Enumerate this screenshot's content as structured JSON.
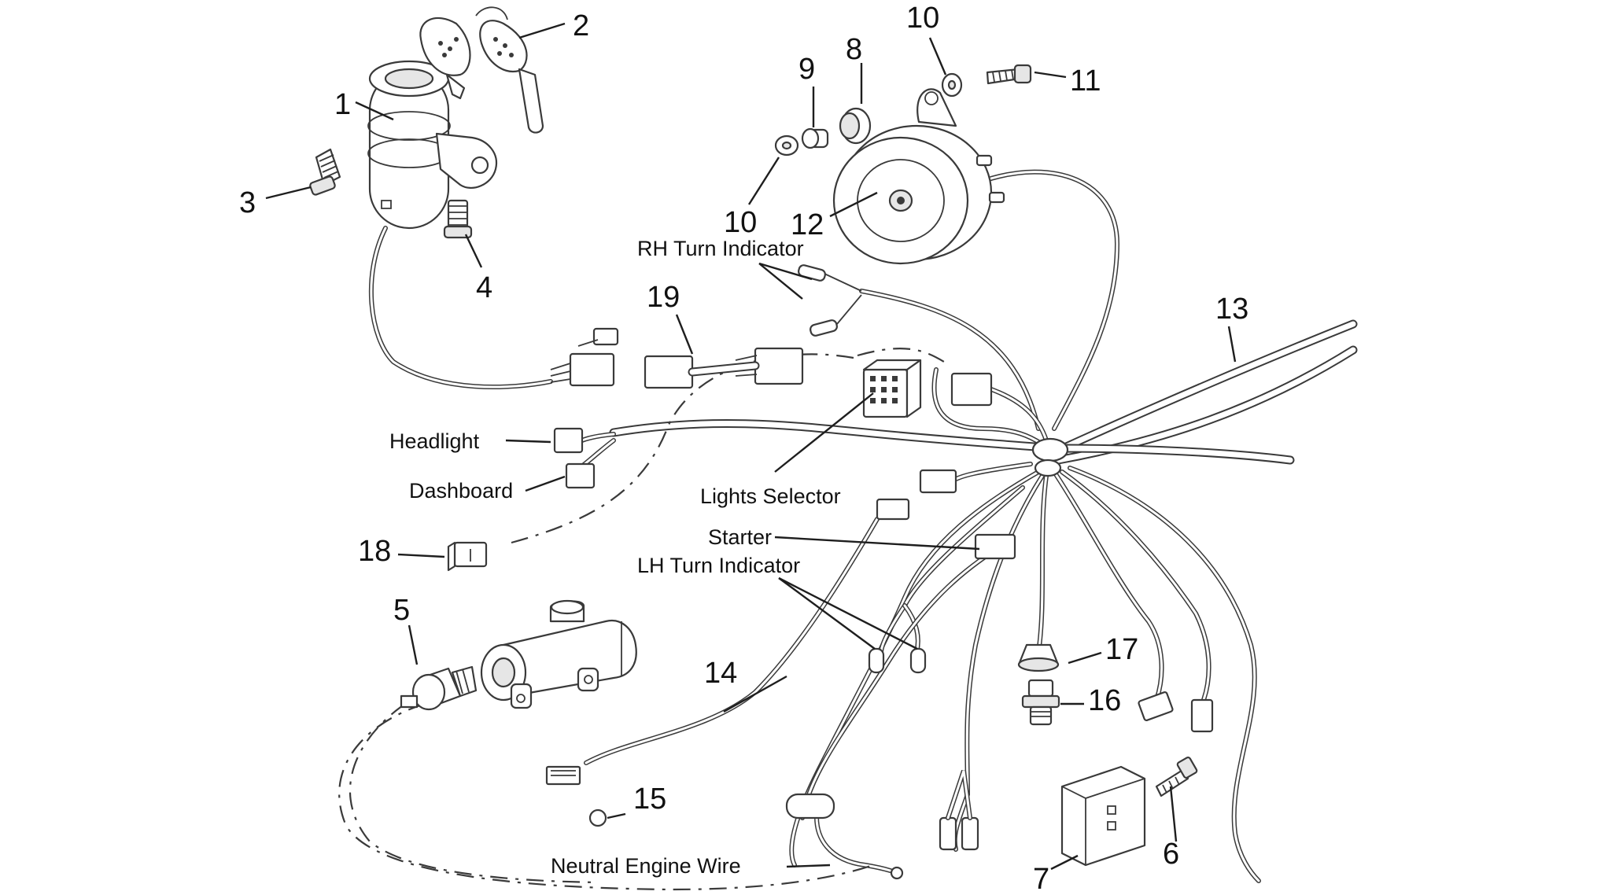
{
  "callouts": {
    "c1": "1",
    "c2": "2",
    "c3": "3",
    "c4": "4",
    "c5": "5",
    "c6": "6",
    "c7": "7",
    "c8": "8",
    "c9": "9",
    "c10a": "10",
    "c10b": "10",
    "c11": "11",
    "c12": "12",
    "c13": "13",
    "c14": "14",
    "c15": "15",
    "c16": "16",
    "c17": "17",
    "c18": "18",
    "c19": "19"
  },
  "labels": {
    "rh_turn_indicator": "RH Turn Indicator",
    "headlight": "Headlight",
    "dashboard": "Dashboard",
    "lights_selector": "Lights Selector",
    "starter": "Starter",
    "lh_turn_indicator": "LH Turn Indicator",
    "neutral_engine_wire": "Neutral Engine Wire"
  }
}
